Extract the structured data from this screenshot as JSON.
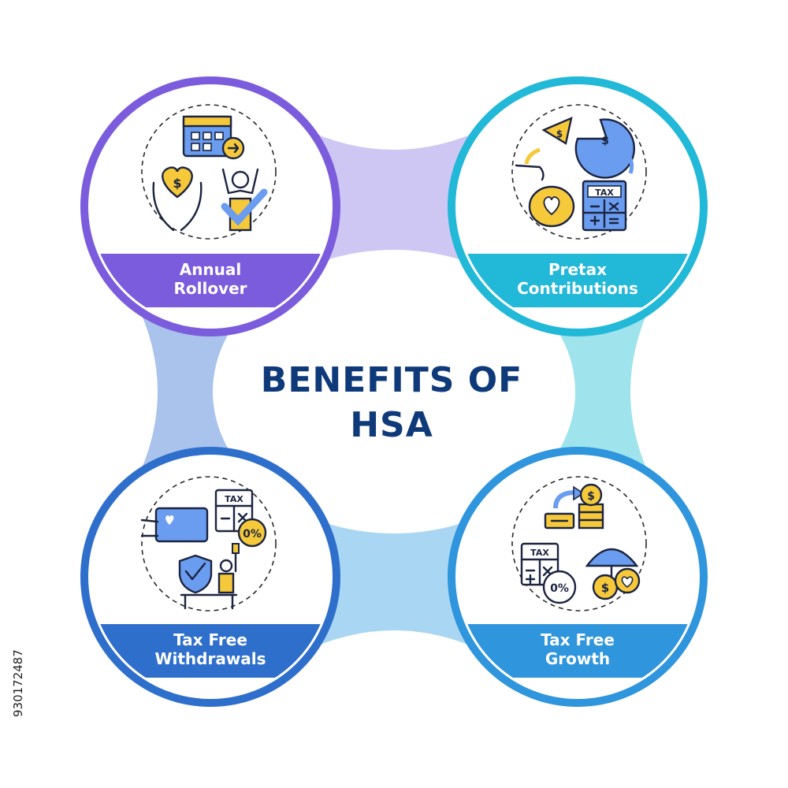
{
  "title": {
    "line1": "BENEFITS OF",
    "line2": "HSA"
  },
  "cards": [
    {
      "label_line1": "Annual",
      "label_line2": "Rollover",
      "color": "#7b5cdc"
    },
    {
      "label_line1": "Pretax",
      "label_line2": "Contributions",
      "color": "#22b8d8"
    },
    {
      "label_line1": "Tax Free",
      "label_line2": "Withdrawals",
      "color": "#2f6fcc"
    },
    {
      "label_line1": "Tax Free",
      "label_line2": "Growth",
      "color": "#2f95dc"
    }
  ],
  "icon_texts": {
    "tax": "TAX",
    "zero_percent": "0%",
    "dollar": "$"
  },
  "stock_id": "930172487",
  "colors": {
    "title": "#0f3a7a",
    "connector_top": "#cfc7f3",
    "connector_left": "#a9c3ec",
    "connector_right": "#9fe3ec",
    "connector_bottom": "#a9d6f2",
    "icon_yellow": "#f6c93a",
    "icon_blue": "#6a9cf0",
    "icon_purple": "#7b5cdc"
  }
}
